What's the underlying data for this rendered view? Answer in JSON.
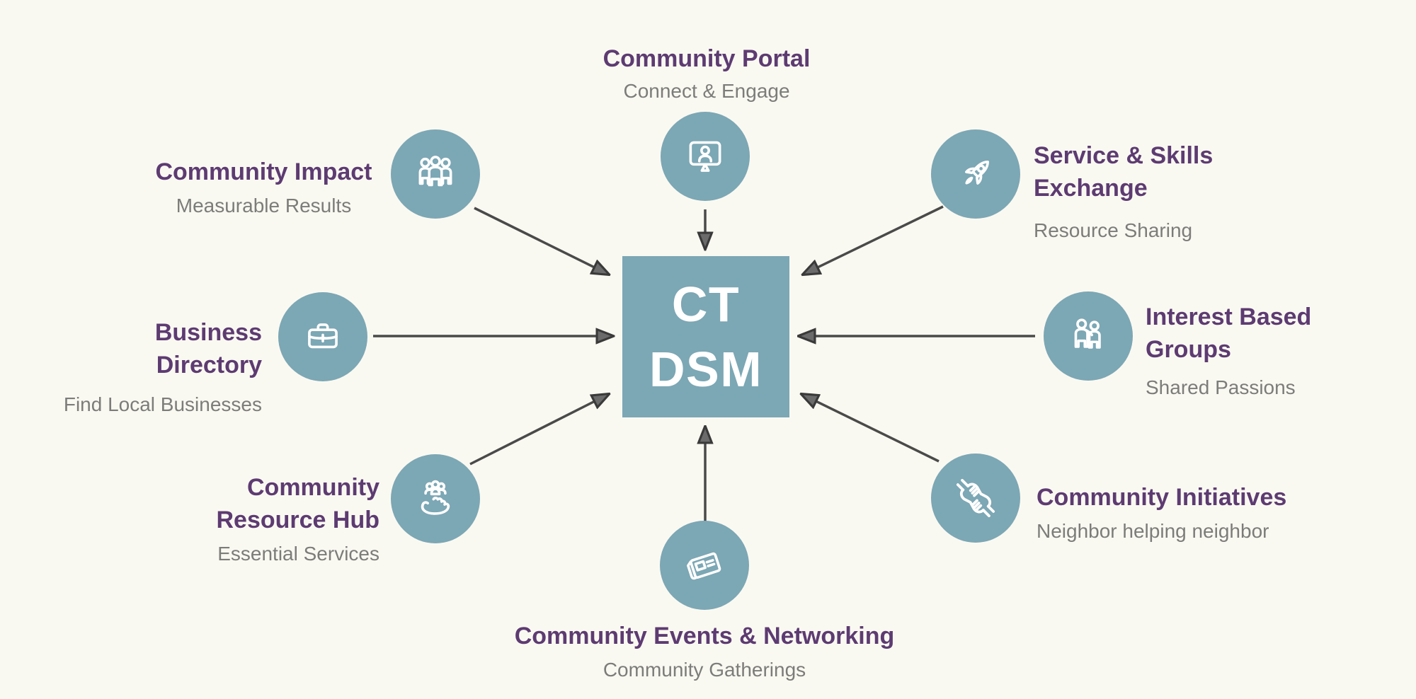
{
  "diagram_title": "CT DSM hub and spoke diagram",
  "colors": {
    "background": "#FAF9F1",
    "node_circle": "#7CA7B5",
    "center_box": "#7CA7B5",
    "center_text": "#FFFFFF",
    "title_text": "#5D3B72",
    "subtitle_text": "#7C7C7A",
    "arrow": "#4A4A4A"
  },
  "center": {
    "title": "CT DSM",
    "title_lines": [
      "CT",
      "DSM"
    ]
  },
  "nodes": [
    {
      "id": "community-portal",
      "position": "top",
      "title": "Community Portal",
      "title_lines": [
        "Community Portal"
      ],
      "subtitle": "Connect & Engage",
      "icon": "monitor-user-icon"
    },
    {
      "id": "community-impact",
      "position": "top-left",
      "title": "Community Impact",
      "title_lines": [
        "Community Impact"
      ],
      "subtitle": "Measurable Results",
      "icon": "three-people-icon"
    },
    {
      "id": "business-directory",
      "position": "left",
      "title": "Business Directory",
      "title_lines": [
        "Business",
        "Directory"
      ],
      "subtitle": "Find Local Businesses",
      "icon": "briefcase-icon"
    },
    {
      "id": "community-resource-hub",
      "position": "bottom-left",
      "title": "Community Resource Hub",
      "title_lines": [
        "Community",
        "Resource Hub"
      ],
      "subtitle": "Essential Services",
      "icon": "hand-holding-people-icon"
    },
    {
      "id": "community-events-networking",
      "position": "bottom",
      "title": "Community Events & Networking",
      "title_lines": [
        "Community Events & Networking"
      ],
      "subtitle": "Community Gatherings",
      "icon": "newspaper-icon"
    },
    {
      "id": "community-initiatives",
      "position": "bottom-right",
      "title": "Community Initiatives",
      "title_lines": [
        "Community Initiatives"
      ],
      "subtitle": "Neighbor helping neighbor",
      "icon": "helping-hands-icon"
    },
    {
      "id": "interest-based-groups",
      "position": "right",
      "title": "Interest Based Groups",
      "title_lines": [
        "Interest Based",
        "Groups"
      ],
      "subtitle": "Shared Passions",
      "icon": "two-people-icon"
    },
    {
      "id": "service-skills-exchange",
      "position": "top-right",
      "title": "Service & Skills Exchange",
      "title_lines": [
        "Service & Skills",
        "Exchange"
      ],
      "subtitle": "Resource Sharing",
      "icon": "rocket-icon"
    }
  ],
  "connections": [
    {
      "from": "community-portal",
      "to": "ct-dsm"
    },
    {
      "from": "community-impact",
      "to": "ct-dsm"
    },
    {
      "from": "business-directory",
      "to": "ct-dsm"
    },
    {
      "from": "community-resource-hub",
      "to": "ct-dsm"
    },
    {
      "from": "community-events-networking",
      "to": "ct-dsm"
    },
    {
      "from": "community-initiatives",
      "to": "ct-dsm"
    },
    {
      "from": "interest-based-groups",
      "to": "ct-dsm"
    },
    {
      "from": "service-skills-exchange",
      "to": "ct-dsm"
    }
  ]
}
